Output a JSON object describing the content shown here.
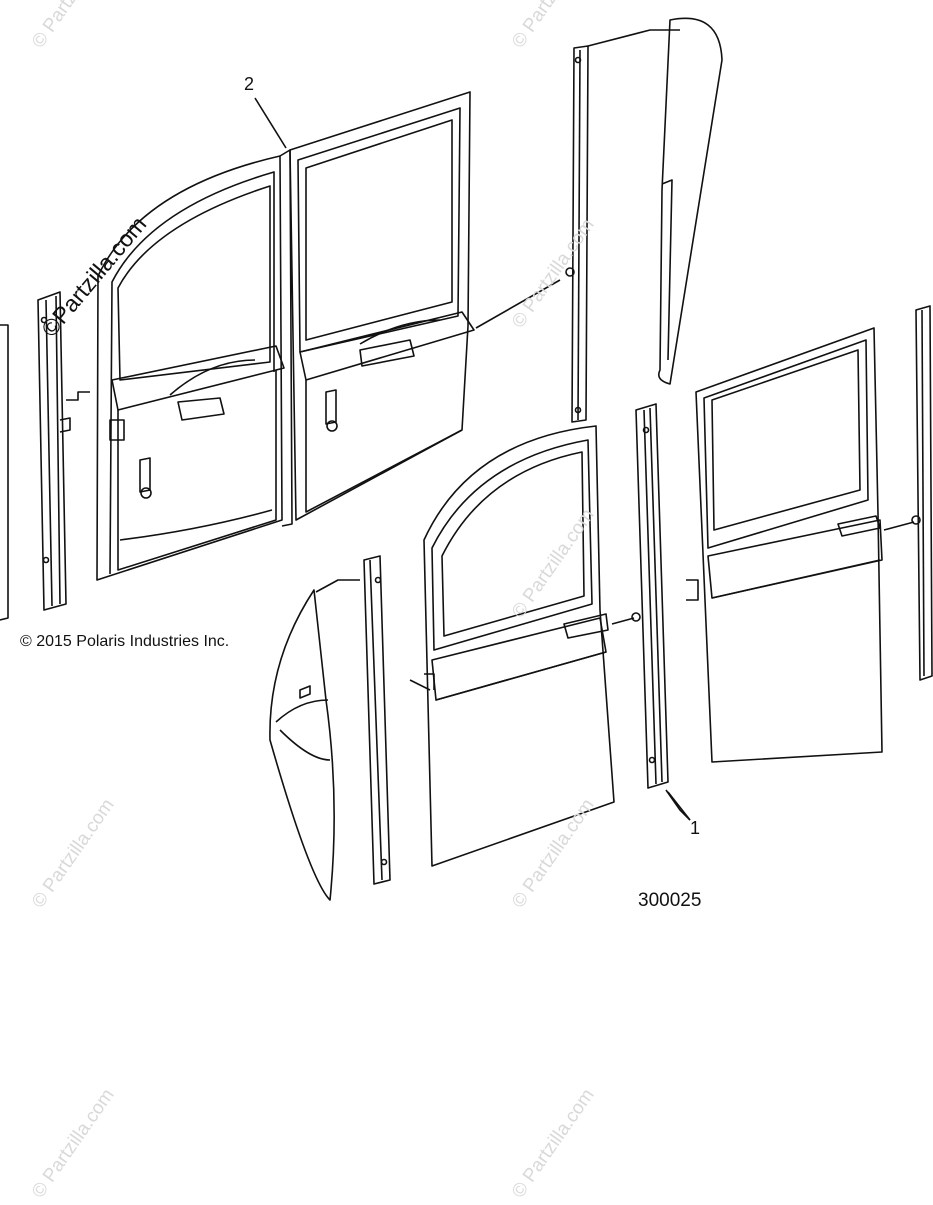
{
  "callouts": {
    "part_1": "1",
    "part_2": "2"
  },
  "copyright": "© 2015 Polaris Industries Inc.",
  "diagram_number": "300025",
  "watermark": {
    "main": "©Partzilla.com",
    "faint": "© Partzilla.com"
  }
}
